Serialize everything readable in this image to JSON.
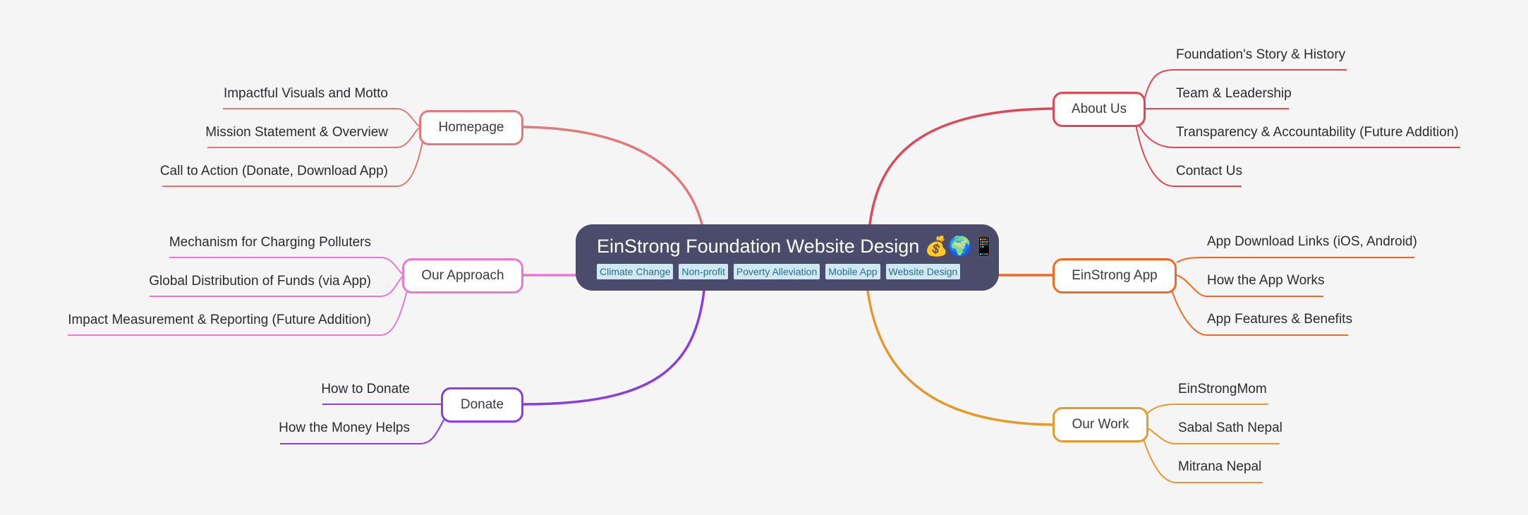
{
  "central": {
    "title": "EinStrong Foundation Website Design 💰🌍📱",
    "tags": [
      "Climate Change",
      "Non-profit",
      "Poverty Alleviation",
      "Mobile App",
      "Website Design"
    ]
  },
  "branches": {
    "homepage": {
      "label": "Homepage",
      "color": "#e07a7a",
      "children": [
        "Impactful Visuals and Motto",
        "Mission Statement & Overview",
        "Call to Action (Donate, Download App)"
      ]
    },
    "approach": {
      "label": "Our Approach",
      "color": "#e879cf",
      "children": [
        "Mechanism for Charging Polluters",
        "Global Distribution of Funds (via App)",
        "Impact Measurement & Reporting (Future Addition)"
      ]
    },
    "donate": {
      "label": "Donate",
      "color": "#8a3ee0",
      "children": [
        "How to Donate",
        "How the Money Helps"
      ]
    },
    "about": {
      "label": "About Us",
      "color": "#df4858",
      "children": [
        "Foundation's Story & History",
        "Team & Leadership",
        "Transparency & Accountability (Future Addition)",
        "Contact Us"
      ]
    },
    "app": {
      "label": "EinStrong App",
      "color": "#ef6b25",
      "children": [
        "App Download Links (iOS, Android)",
        "How the App Works",
        "App Features & Benefits"
      ]
    },
    "work": {
      "label": "Our Work",
      "color": "#e39a2e",
      "children": [
        "EinStrongMom",
        "Sabal Sath Nepal",
        "Mitrana Nepal"
      ]
    }
  }
}
